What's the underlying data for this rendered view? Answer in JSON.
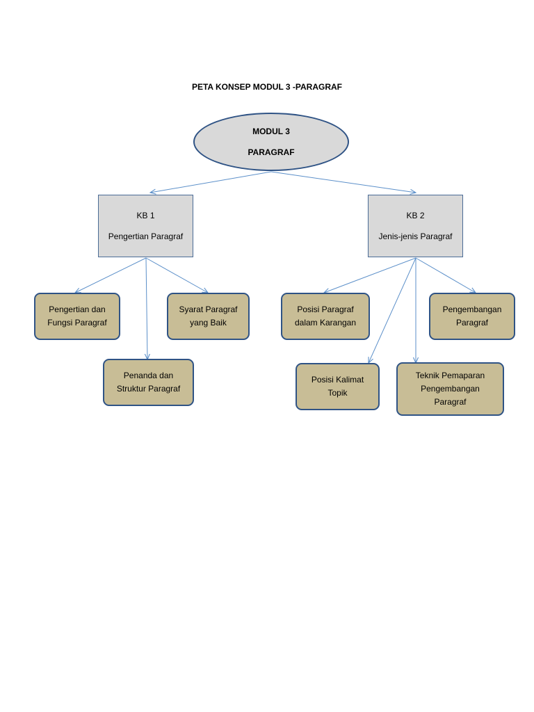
{
  "title": "PETA KONSEP MODUL 3 -PARAGRAF",
  "colors": {
    "root_fill": "#d9d9d9",
    "kb_fill": "#d9d9d9",
    "leaf_fill": "#c8bd96",
    "border": "#2f5385",
    "arrow": "#5b8fc9"
  },
  "root": {
    "line1": "MODUL 3",
    "line2": "PARAGRAF"
  },
  "kb1": {
    "code": "KB 1",
    "name": "Pengertian Paragraf",
    "children": {
      "pengertian": "Pengertian dan\nFungsi Paragraf",
      "syarat": "Syarat Paragraf\nyang Baik",
      "penanda": "Penanda dan\nStruktur Paragraf"
    }
  },
  "kb2": {
    "code": "KB 2",
    "name": "Jenis-jenis Paragraf",
    "children": {
      "posisi_paragraf": "Posisi Paragraf\ndalam Karangan",
      "pengembangan": "Pengembangan\nParagraf",
      "posisi_kalimat": "Posisi Kalimat\nTopik",
      "teknik": "Teknik Pemaparan\nPengembangan\nParagraf"
    }
  }
}
